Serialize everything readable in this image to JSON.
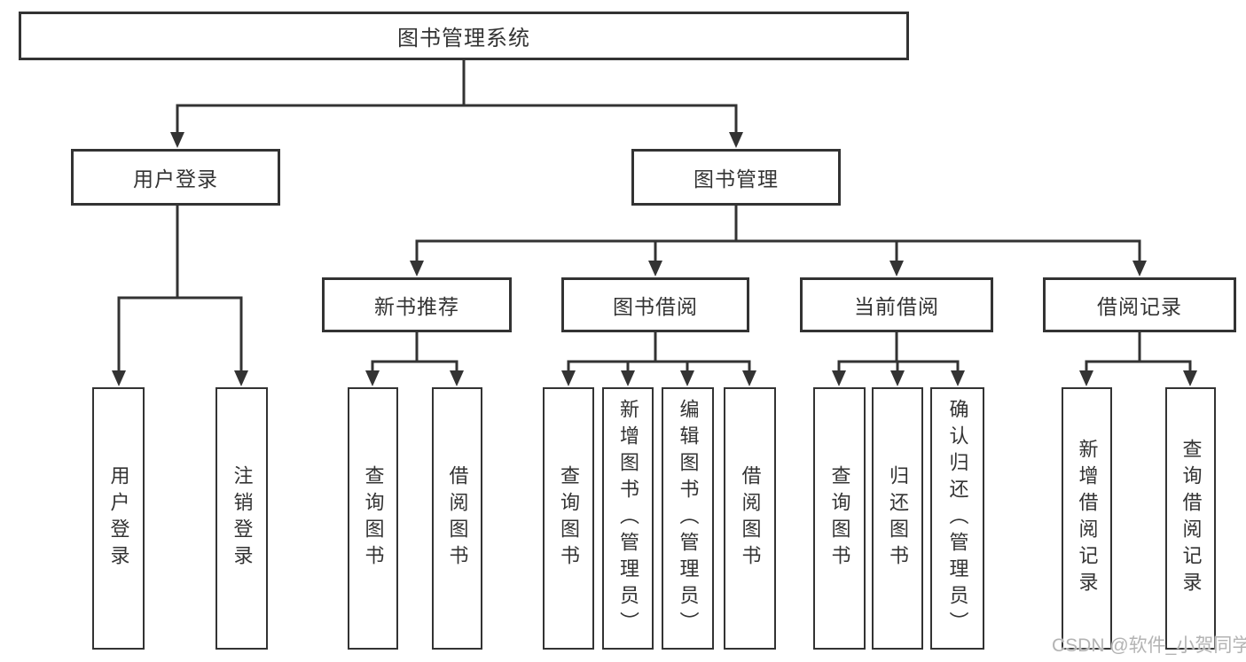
{
  "diagram": {
    "type": "tree-structure-chart",
    "tree": {
      "root": {
        "label": "图书管理系统"
      },
      "children": [
        {
          "label": "用户登录",
          "children": [
            {
              "label": "用户登录"
            },
            {
              "label": "注销登录"
            }
          ]
        },
        {
          "label": "图书管理",
          "children": [
            {
              "label": "新书推荐",
              "children": [
                {
                  "label": "查询图书"
                },
                {
                  "label": "借阅图书"
                }
              ]
            },
            {
              "label": "图书借阅",
              "children": [
                {
                  "label": "查询图书"
                },
                {
                  "label": "新增图书（管理员）"
                },
                {
                  "label": "编辑图书（管理员）"
                },
                {
                  "label": "借阅图书"
                }
              ]
            },
            {
              "label": "当前借阅",
              "children": [
                {
                  "label": "查询图书"
                },
                {
                  "label": "归还图书"
                },
                {
                  "label": "确认归还（管理员）"
                }
              ]
            },
            {
              "label": "借阅记录",
              "children": [
                {
                  "label": "新增借阅记录"
                },
                {
                  "label": "查询借阅记录"
                }
              ]
            }
          ]
        }
      ]
    },
    "watermark": {
      "text": "CSDN @软件_小贺同学",
      "color": "#b3b3b3"
    },
    "colors": {
      "line": "#333333",
      "box_border": "#333333",
      "box_fill": "#ffffff",
      "text": "#333333",
      "background": "#ffffff"
    }
  }
}
